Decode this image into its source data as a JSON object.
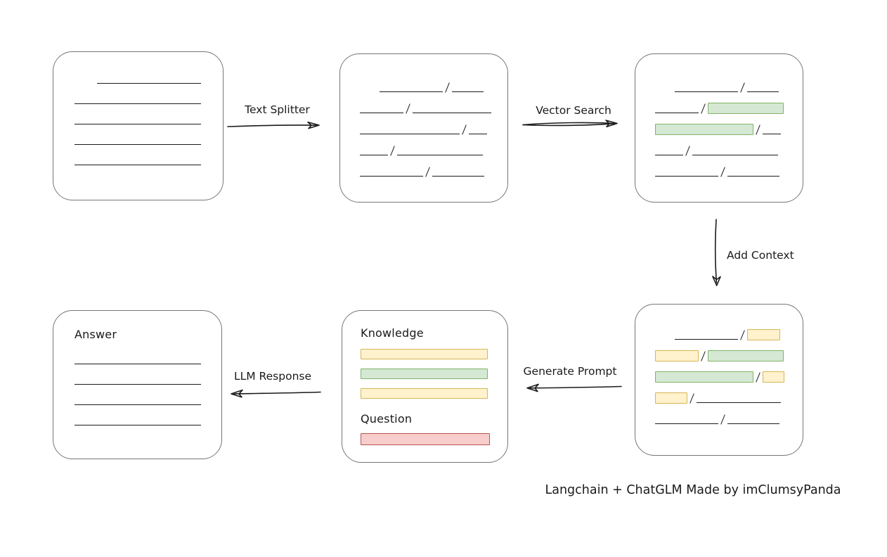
{
  "title": "Langchain + ChatGLM document QA pipeline diagram",
  "caption": "Langchain + ChatGLM Made by imClumsyPanda",
  "colors": {
    "box_stroke": "#767676",
    "ink": "#1b1b1b",
    "green_fill": "#d5e8d4",
    "green_stroke": "#82b366",
    "yellow_fill": "#fff2cc",
    "yellow_stroke": "#d6b656",
    "red_fill": "#f8cecc",
    "red_stroke": "#b85450"
  },
  "arrows": {
    "text_splitter": {
      "label": "Text Splitter",
      "direction": "right"
    },
    "vector_search": {
      "label": "Vector Search",
      "direction": "right"
    },
    "add_context": {
      "label": "Add Context",
      "direction": "down"
    },
    "generate_prompt": {
      "label": "Generate Prompt",
      "direction": "left"
    },
    "llm_response": {
      "label": "LLM Response",
      "direction": "left"
    }
  },
  "boxes": {
    "document": {
      "description": "source document with text lines",
      "lines": [
        {
          "indent": 32,
          "width": 148
        },
        {
          "indent": 0,
          "width": 180
        },
        {
          "indent": 0,
          "width": 180
        },
        {
          "indent": 0,
          "width": 180
        },
        {
          "indent": 0,
          "width": 180
        }
      ]
    },
    "split_text": {
      "description": "document split into chunks separated by slashes",
      "rows": [
        {
          "indent": 28,
          "segments": [
            {
              "type": "line",
              "width": 90
            },
            {
              "type": "line",
              "width": 45
            }
          ]
        },
        {
          "indent": 0,
          "segments": [
            {
              "type": "line",
              "width": 62
            },
            {
              "type": "line",
              "width": 112
            }
          ]
        },
        {
          "indent": 0,
          "segments": [
            {
              "type": "line",
              "width": 142
            },
            {
              "type": "line",
              "width": 26
            }
          ]
        },
        {
          "indent": 0,
          "segments": [
            {
              "type": "line",
              "width": 40
            },
            {
              "type": "line",
              "width": 122
            }
          ]
        },
        {
          "indent": 0,
          "segments": [
            {
              "type": "line",
              "width": 90
            },
            {
              "type": "line",
              "width": 74
            }
          ]
        }
      ]
    },
    "vector_matches": {
      "description": "chunks after vector search, matches highlighted green",
      "rows": [
        {
          "indent": 28,
          "segments": [
            {
              "type": "line",
              "width": 90
            },
            {
              "type": "line",
              "width": 45
            }
          ]
        },
        {
          "indent": 0,
          "segments": [
            {
              "type": "line",
              "width": 62
            },
            {
              "type": "green",
              "width": 108
            }
          ]
        },
        {
          "indent": 0,
          "segments": [
            {
              "type": "green",
              "width": 140
            },
            {
              "type": "line",
              "width": 26
            }
          ]
        },
        {
          "indent": 0,
          "segments": [
            {
              "type": "line",
              "width": 40
            },
            {
              "type": "line",
              "width": 122
            }
          ]
        },
        {
          "indent": 0,
          "segments": [
            {
              "type": "line",
              "width": 90
            },
            {
              "type": "line",
              "width": 74
            }
          ]
        }
      ]
    },
    "context_chunks": {
      "description": "matched chunks with added context, context highlighted yellow",
      "rows": [
        {
          "indent": 28,
          "segments": [
            {
              "type": "line",
              "width": 90
            },
            {
              "type": "yellow",
              "width": 47
            }
          ]
        },
        {
          "indent": 0,
          "segments": [
            {
              "type": "yellow",
              "width": 62
            },
            {
              "type": "green",
              "width": 108
            }
          ]
        },
        {
          "indent": 0,
          "segments": [
            {
              "type": "green",
              "width": 140
            },
            {
              "type": "yellow",
              "width": 31
            }
          ]
        },
        {
          "indent": 0,
          "segments": [
            {
              "type": "yellow",
              "width": 46
            },
            {
              "type": "line",
              "width": 120
            }
          ]
        },
        {
          "indent": 0,
          "segments": [
            {
              "type": "line",
              "width": 90
            },
            {
              "type": "line",
              "width": 74
            }
          ]
        }
      ]
    },
    "prompt": {
      "knowledge_label": "Knowledge",
      "knowledge_bars": [
        "yellow",
        "green",
        "yellow"
      ],
      "question_label": "Question",
      "question_bar": "red"
    },
    "answer": {
      "label": "Answer",
      "lines": [
        {
          "width": 180
        },
        {
          "width": 180
        },
        {
          "width": 180
        },
        {
          "width": 180
        }
      ]
    }
  }
}
